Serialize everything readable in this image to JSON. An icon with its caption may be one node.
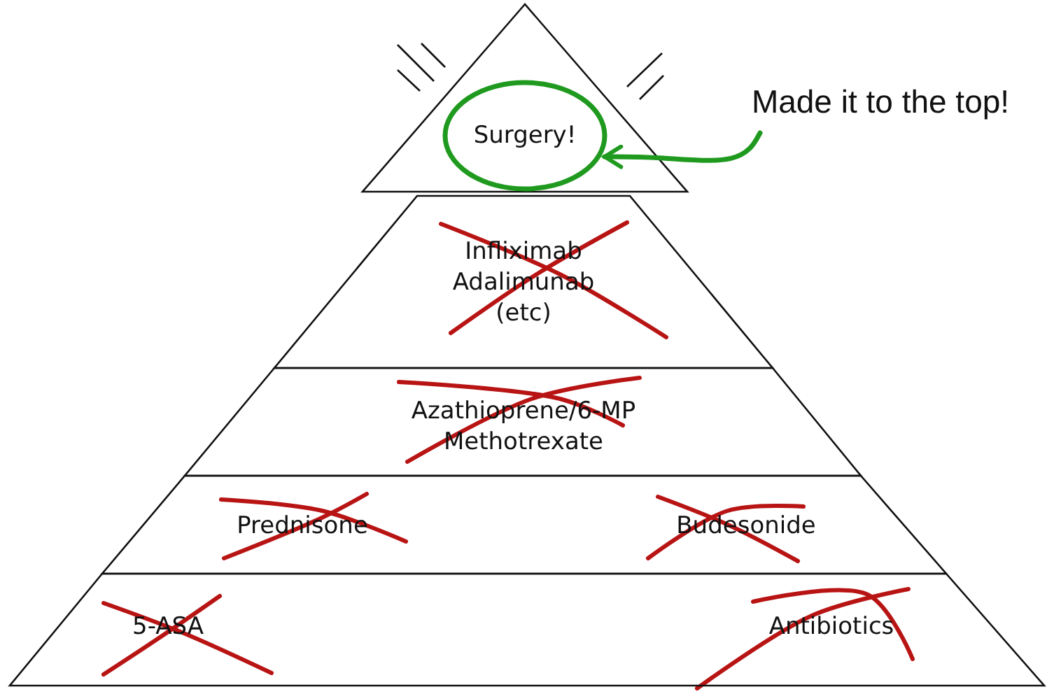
{
  "diagram": {
    "nodes": [
      {
        "text": [],
        "shape": "triangle"
      },
      {
        "text": [
          "Surgery!"
        ],
        "in": 0
      },
      {
        "text": [
          "Infliximab Adalimunab (etc)"
        ]
      },
      {
        "text": [
          "Azathioprene/6-MP Methotrexate"
        ]
      },
      {
        "text": [
          "Prednisone",
          "Budesonide"
        ]
      },
      {
        "text": [
          "5-ASA",
          "Antibiotics"
        ]
      },
      {
        "text": [
          "Made it to the top!"
        ]
      }
    ],
    "edges": [
      {
        "from": 6,
        "to": 1,
        "arrow": "to",
        "color": "#1f9a1f"
      }
    ]
  }
}
